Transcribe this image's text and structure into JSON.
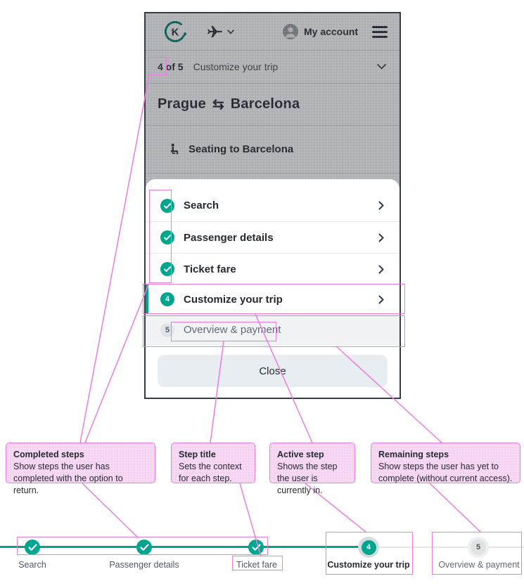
{
  "phone": {
    "logo_letter": "K",
    "my_account_label": "My account",
    "progress": {
      "counter": "4 of 5",
      "title": "Customize your trip"
    },
    "route": {
      "origin": "Prague",
      "swap_glyph": "⇆",
      "destination": "Barcelona"
    },
    "context_item": "Seating to Barcelona",
    "close_label": "Close"
  },
  "steps": [
    {
      "label": "Search",
      "state": "completed"
    },
    {
      "label": "Passenger details",
      "state": "completed"
    },
    {
      "label": "Ticket fare",
      "state": "completed"
    },
    {
      "label": "Customize your trip",
      "state": "active",
      "number": "4"
    },
    {
      "label": "Overview & payment",
      "state": "remaining",
      "number": "5"
    }
  ],
  "annotations": [
    {
      "title": "Completed steps",
      "body": "Show steps the user has completed with the option to return."
    },
    {
      "title": "Step title",
      "body": "Sets the context for each step."
    },
    {
      "title": "Active step",
      "body": "Shows the step the user is currently in."
    },
    {
      "title": "Remaining steps",
      "body": "Show steps the user has yet to complete (without current access)."
    }
  ],
  "colors": {
    "teal": "#00a58e",
    "ink": "#252a31",
    "muted": "#5f6b7a",
    "pink-border": "#ea7ce0",
    "pink-fill": "#f8d9f4",
    "cloud": "#e8edf2",
    "row-bg": "#f1f2f4",
    "divider": "#e8ebee"
  }
}
